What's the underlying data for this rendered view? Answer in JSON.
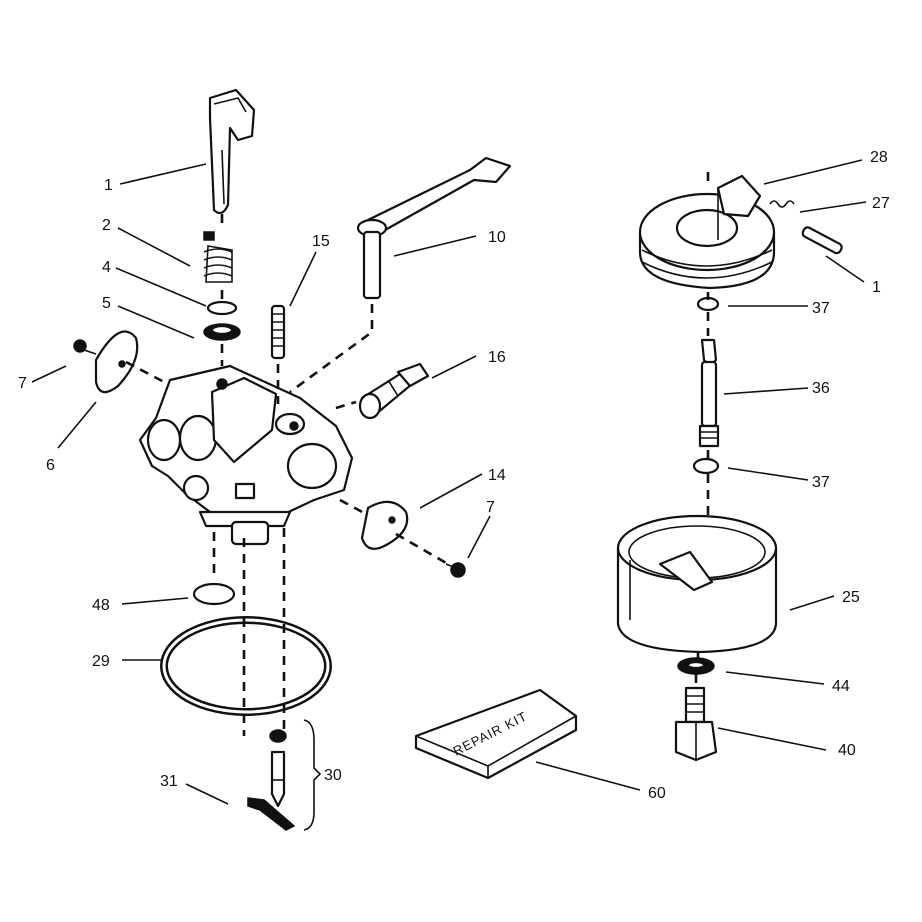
{
  "callouts": {
    "c1a": "1",
    "c2": "2",
    "c4": "4",
    "c5": "5",
    "c7a": "7",
    "c6": "6",
    "c15": "15",
    "c10": "10",
    "c16": "16",
    "c14": "14",
    "c7b": "7",
    "c48": "48",
    "c29": "29",
    "c30": "30",
    "c31": "31",
    "c60": "60",
    "c28": "28",
    "c27": "27",
    "c1b": "1",
    "c37a": "37",
    "c36": "36",
    "c37b": "37",
    "c25": "25",
    "c44": "44",
    "c40": "40"
  },
  "repair_kit": {
    "label": "REPAIR KIT"
  }
}
